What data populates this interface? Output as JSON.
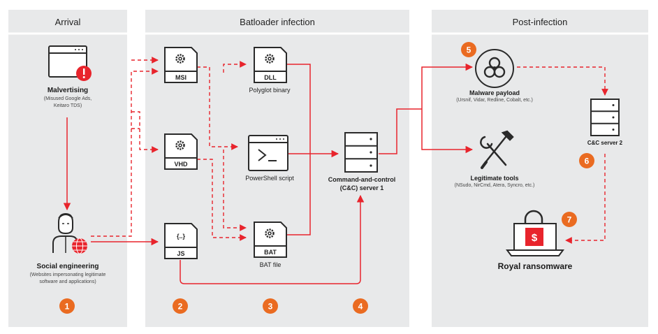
{
  "panels": {
    "arrival": "Arrival",
    "batloader": "Batloader infection",
    "post": "Post-infection"
  },
  "nodes": {
    "malvertising": {
      "title": "Malvertising",
      "sub1": "(Misused Google Ads,",
      "sub2": "Keitaro TDS)"
    },
    "social": {
      "title": "Social engineering",
      "sub1": "(Websites impersonating legitimate",
      "sub2": "software and applications)"
    },
    "msi": {
      "tag": "MSI"
    },
    "vhd": {
      "tag": "VHD"
    },
    "js": {
      "tag": "JS",
      "glyph": "{..}"
    },
    "dll": {
      "tag": "DLL",
      "label": "Polyglot binary"
    },
    "powershell": {
      "label": "PowerShell script",
      "glyph": ">_"
    },
    "bat": {
      "tag": "BAT",
      "label": "BAT file"
    },
    "cc1": {
      "line1": "Command-and-control",
      "line2": "(C&C) server 1"
    },
    "malware": {
      "title": "Malware payload",
      "sub": "(Ursnif, Vidar, Redline, Cobalt, etc.)"
    },
    "legit": {
      "title": "Legitimate tools",
      "sub": "(NSudo, NirCmd, Atera, Syncro, etc.)"
    },
    "cc2": {
      "label": "C&C server 2"
    },
    "royal": {
      "label": "Royal ransomware",
      "glyph": "$"
    }
  },
  "badges": [
    "1",
    "2",
    "3",
    "4",
    "5",
    "6",
    "7"
  ],
  "colors": {
    "panel": "#e8e9ea",
    "accent": "#e8242c",
    "orange": "#ea6b21",
    "dark": "#2a2a2a"
  },
  "icons": {
    "malvertising": "browser-alert-icon",
    "social": "person-globe-icon",
    "file": "gear-file-icon",
    "js": "script-file-icon",
    "powershell": "terminal-window-icon",
    "server": "server-icon",
    "malware": "biohazard-icon",
    "legit": "wrench-screwdriver-icon",
    "royal": "laptop-lock-icon"
  }
}
